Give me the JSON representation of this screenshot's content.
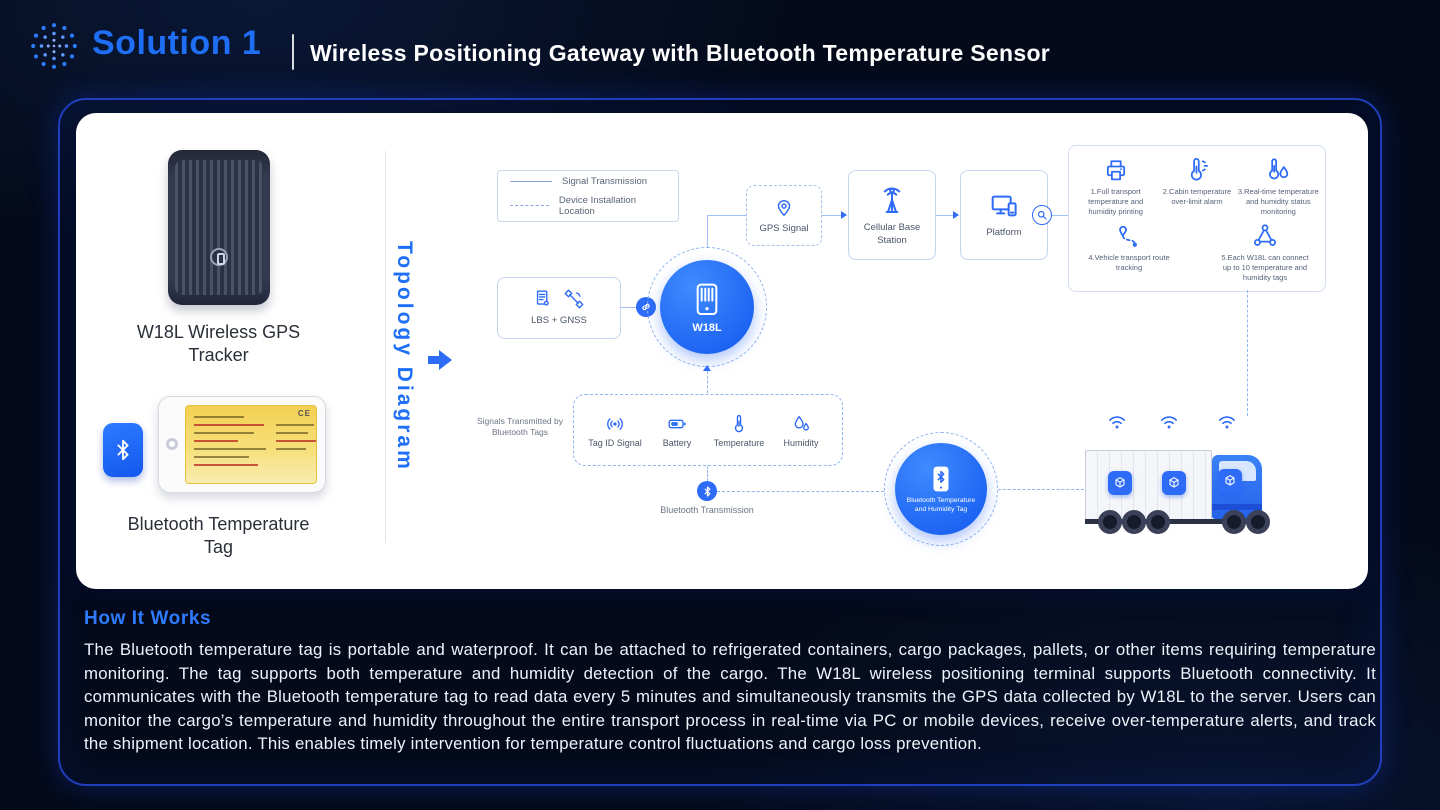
{
  "header": {
    "solution_label": "Solution 1",
    "title": "Wireless Positioning Gateway with Bluetooth Temperature Sensor"
  },
  "products": {
    "tracker_label": "W18L Wireless GPS Tracker",
    "tag_label": "Bluetooth Temperature Tag",
    "tag_marking": "CE"
  },
  "topology": {
    "section_label": "Topology Diagram",
    "legend": {
      "signal": "Signal Transmission",
      "device": "Device Installation Location"
    },
    "nodes": {
      "gps": "GPS Signal",
      "cellular": "Cellular Base Station",
      "platform": "Platform",
      "lbs": "LBS + GNSS",
      "w18l": "W18L",
      "bt_tag": "Bluetooth Temperature and Humidity Tag"
    },
    "features": [
      {
        "label": "1.Full transport temperature and humidity printing"
      },
      {
        "label": "2.Cabin temperature over-limit alarm"
      },
      {
        "label": "3.Real-time temperature and humidity status monitoring"
      },
      {
        "label": "4.Vehicle transport route tracking"
      },
      {
        "label": "5.Each W18L can connect up to 10 temperature and humidity tags"
      }
    ],
    "signals_label": "Signals Transmitted by Bluetooth Tags",
    "signals": [
      {
        "label": "Tag ID Signal"
      },
      {
        "label": "Battery"
      },
      {
        "label": "Temperature"
      },
      {
        "label": "Humidity"
      }
    ],
    "bluetooth_transmission": "Bluetooth Transmission"
  },
  "how_it_works": {
    "heading": "How It Works",
    "body": "The Bluetooth temperature tag is portable and waterproof. It can be attached to refrigerated containers, cargo packages, pallets, or other items requiring temperature monitoring. The tag supports both temperature and humidity detection of the cargo. The W18L wireless positioning terminal supports Bluetooth connectivity. It communicates with the Bluetooth temperature tag to read data every 5 minutes and simultaneously transmits the GPS data collected by W18L to the server. Users can monitor the cargo’s temperature and humidity throughout the entire transport process in real-time via PC or mobile devices, receive over-temperature alerts, and track the shipment location. This enables timely intervention for temperature control fluctuations and cargo loss prevention."
  },
  "colors": {
    "accent": "#1E6FF5",
    "diagram_blue": "#2E6BF6",
    "background": "#040A1A",
    "card": "#FFFFFF"
  }
}
